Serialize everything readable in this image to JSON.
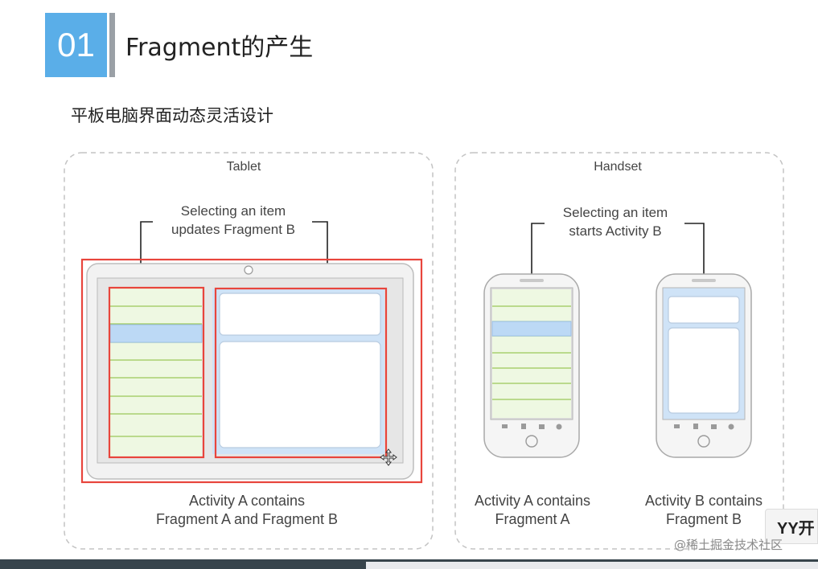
{
  "header": {
    "number": "01",
    "title": "Fragment的产生"
  },
  "subtitle": "平板电脑界面动态灵活设计",
  "diagram": {
    "tablet": {
      "label": "Tablet",
      "callout": [
        "Selecting an item",
        "updates Fragment B"
      ],
      "caption": [
        "Activity A contains",
        "Fragment A and Fragment B"
      ]
    },
    "handset": {
      "label": "Handset",
      "callout": [
        "Selecting an item",
        "starts Activity B"
      ],
      "caption_a": [
        "Activity A contains",
        "Fragment A"
      ],
      "caption_b": [
        "Activity B contains",
        "Fragment B"
      ]
    }
  },
  "watermark": "@稀土掘金技术社区",
  "chip": "YY开",
  "colors": {
    "accent": "#5aaee8",
    "highlight": "#e8453c",
    "list_fill": "#eef8e2",
    "list_line": "#9cc85a",
    "selected": "#bcd9f5"
  }
}
